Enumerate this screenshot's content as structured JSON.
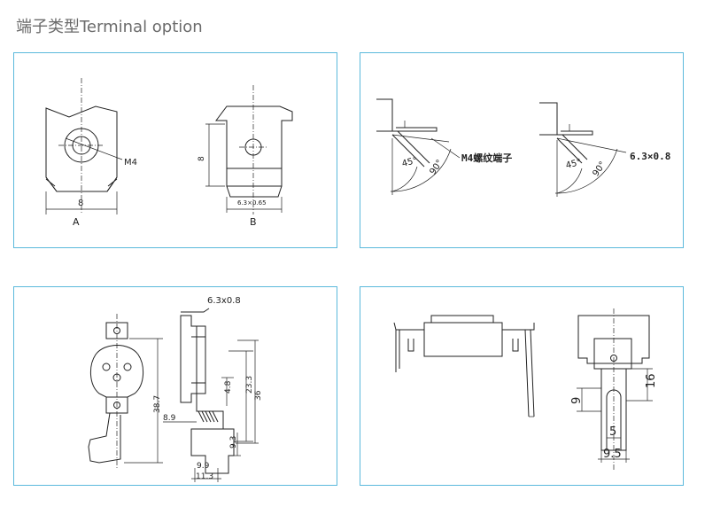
{
  "page": {
    "title": "端子类型Terminal option"
  },
  "panel_a_b": {
    "label_a": "A",
    "label_b": "B",
    "dim_width_a": "8",
    "screw_label": "M4",
    "dim_height_b": "8",
    "dim_tab_b": "6.3×0.65"
  },
  "panel_angles": {
    "angle_left_45": "45°",
    "angle_left_90": "90°",
    "screw_terminal_label": "M4螺纹端子",
    "angle_right_45": "45°",
    "angle_right_90": "90°",
    "tab_size_label": "6.3×0.8"
  },
  "panel_side": {
    "tab_label": "6.3x0.8",
    "dim_48": "4.8",
    "dim_233": "23.3",
    "dim_36": "36",
    "dim_387": "38.7",
    "dim_89": "8.9",
    "dim_93": "9.3",
    "dim_99": "9.9",
    "dim_113": "11.3"
  },
  "panel_bent": {
    "dim_9": "9",
    "dim_16": "16",
    "dim_5": "5",
    "dim_95": "9.5"
  }
}
